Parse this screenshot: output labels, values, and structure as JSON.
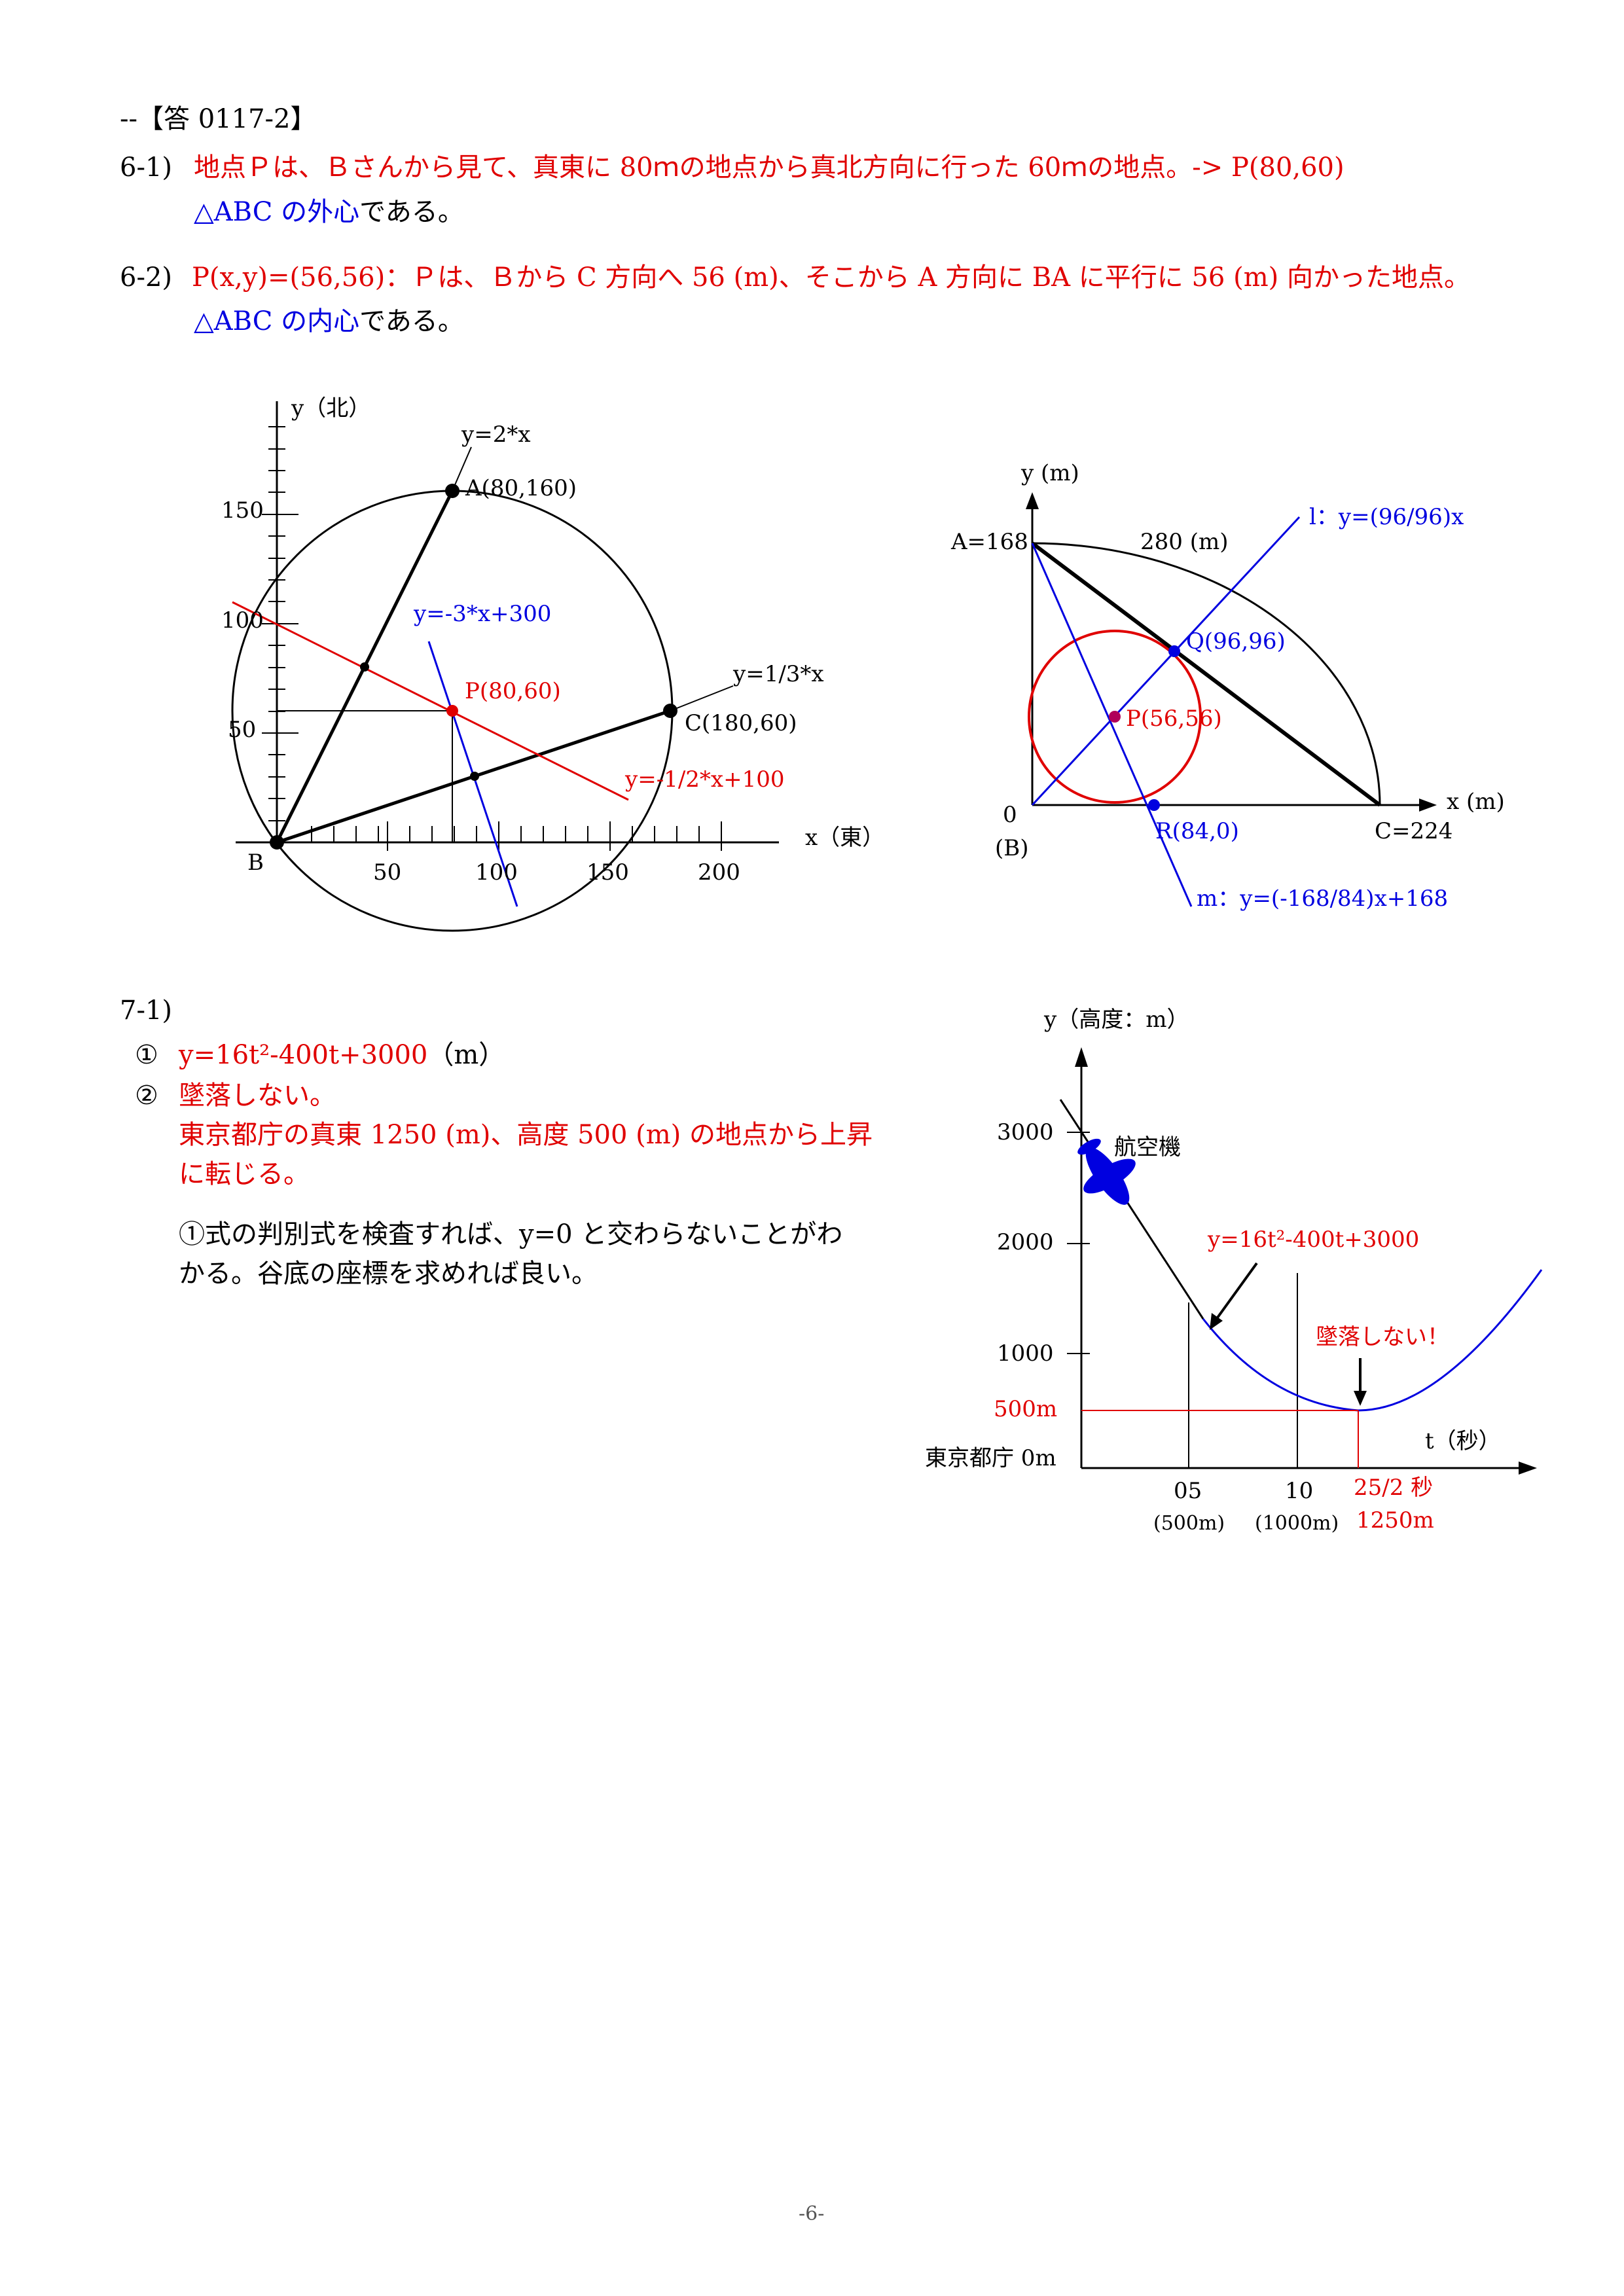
{
  "header": {
    "label": "--【答 0117-2】"
  },
  "q61": {
    "num": "6-1)",
    "answer": "地点Ｐは、Ｂさんから見て、真東に 80ｍの地点から真北方向に行った 60ｍの地点。-> P(80,60)",
    "note_blue": "△ABC の外心",
    "note_black": "である。"
  },
  "q62": {
    "num": "6-2)",
    "answer": "P(x,y)=(56,56)：Ｐは、Ｂから C 方向へ 56 (m)、そこから A 方向に BA に平行に 56 (m) 向かった地点。",
    "note_blue": "△ABC の内心",
    "note_black": "である。"
  },
  "fig1": {
    "y_axis": "y（北）",
    "x_axis": "x（東）",
    "origin": "B",
    "x_ticks": [
      "50",
      "100",
      "150",
      "200"
    ],
    "y_ticks": [
      "50",
      "100",
      "150"
    ],
    "line_a": "y=2*x",
    "line_c": "y=1/3*x",
    "line_blue": "y=-3*x+300",
    "line_red": "y=-1/2*x+100",
    "point_a": "A(80,160)",
    "point_c": "C(180,60)",
    "point_p": "P(80,60)"
  },
  "fig2": {
    "y_axis": "y (m)",
    "x_axis": "x (m)",
    "a_label": "A=168",
    "c_label": "C=224",
    "hyp_label": "280 (m)",
    "origin": "0",
    "origin_b": "(B)",
    "line_l": "l：y=(96/96)x",
    "line_m": "m：y=(-168/84)x+168",
    "point_q": "Q(96,96)",
    "point_p": "P(56,56)",
    "point_r": "R(84,0)"
  },
  "q71": {
    "num": "7-1)",
    "item1_mark": "①",
    "item1_text": "y=16t²-400t+3000",
    "item1_unit": "（m）",
    "item2_mark": "②",
    "item2_line1": "墜落しない。",
    "item2_line2": "東京都庁の真東 1250 (m)、高度 500 (m) の地点から上昇",
    "item2_line3": "に転じる。",
    "explain_line1": "①式の判別式を検査すれば、y=0 と交わらないことがわ",
    "explain_line2": "かる。谷底の座標を求めれば良い。"
  },
  "fig3": {
    "y_axis": "y（高度：m）",
    "x_axis": "t（秒）",
    "y_ticks": [
      "3000",
      "2000",
      "1000"
    ],
    "y_500": "500m",
    "origin": "東京都庁 0m",
    "plane": "航空機",
    "curve": "y=16t²-400t+3000",
    "no_crash": "墜落しない！",
    "t05": "05",
    "t05_sub": "(500m)",
    "t10": "10",
    "t10_sub": "(1000m)",
    "t_min": "25/2 秒",
    "t_min_sub": "1250m"
  },
  "footer": {
    "page": "-6-"
  }
}
